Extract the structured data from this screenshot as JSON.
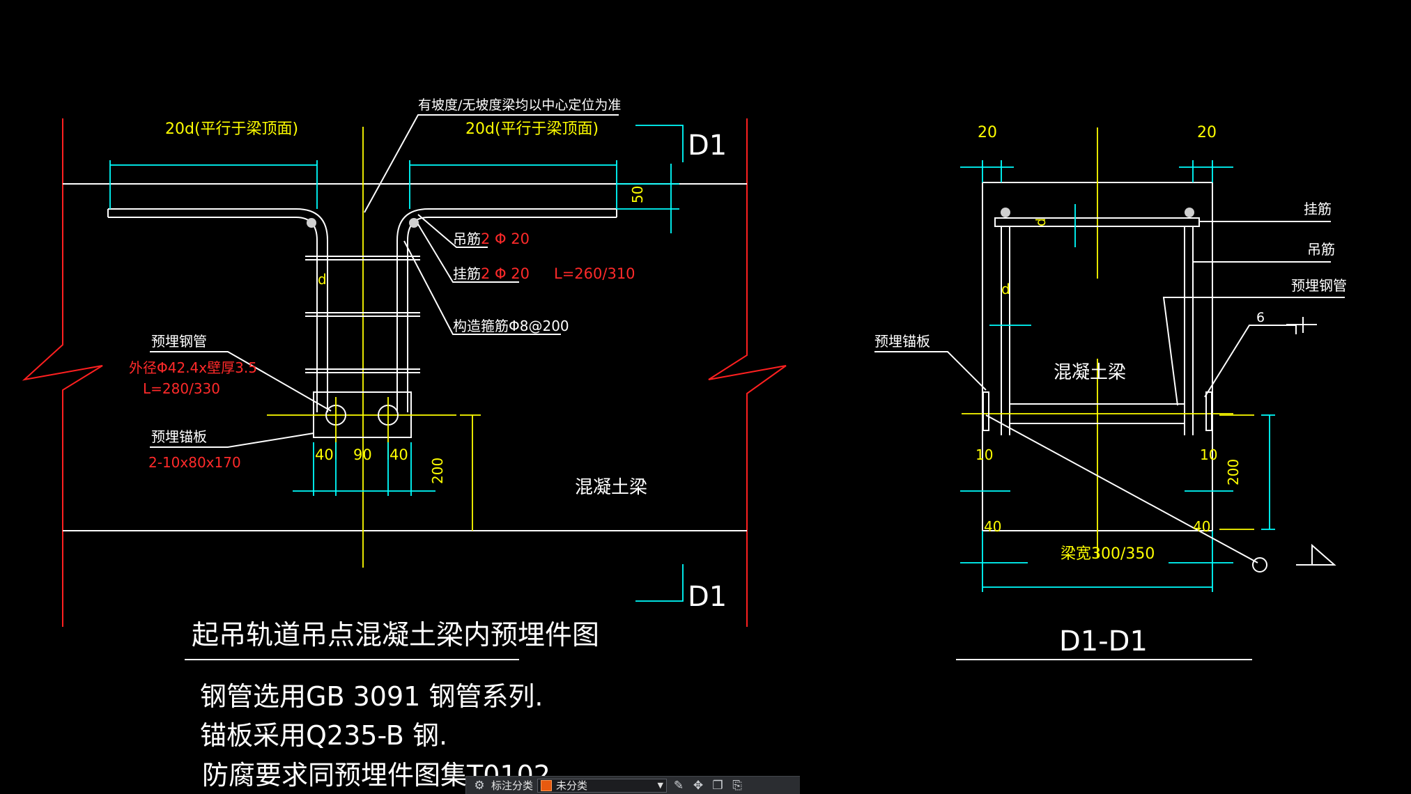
{
  "drawing": {
    "left_view": {
      "title": "起吊轨道吊点混凝土梁内预埋件图",
      "center_note": "有坡度/无坡度梁均以中心定位为准",
      "dim_left_20d": "20d(平行于梁顶面)",
      "dim_right_20d": "20d(平行于梁顶面)",
      "section_mark_top": "D1",
      "section_mark_bottom": "D1",
      "dim_50": "50",
      "dim_d": "d",
      "hanger_label": "吊筋",
      "hanger_spec": "2 Φ 20",
      "hook_label": "挂筋",
      "hook_spec": "2 Φ 20",
      "hook_length": "L=260/310",
      "stirrup_label": "构造箍筋Φ8@200",
      "pipe_label": "预埋钢管",
      "pipe_spec": "外径Φ42.4x壁厚3.5",
      "pipe_length": "L=280/330",
      "plate_label": "预埋锚板",
      "plate_spec": "2-10x80x170",
      "dim_40a": "40",
      "dim_90": "90",
      "dim_40b": "40",
      "dim_200": "200",
      "beam_label": "混凝土梁"
    },
    "right_view": {
      "title": "D1-D1",
      "dim_20_left": "20",
      "dim_20_right": "20",
      "dim_d_top": "d",
      "dim_d_side": "d",
      "hook_label": "挂筋",
      "hanger_label": "吊筋",
      "pipe_label": "预埋钢管",
      "weld_size": "6",
      "plate_label": "预埋锚板",
      "beam_label": "混凝土梁",
      "dim_10_left": "10",
      "dim_10_right": "10",
      "dim_200": "200",
      "dim_40_left": "40",
      "dim_40_right": "40",
      "beam_width": "梁宽300/350"
    },
    "notes": [
      "钢管选用GB 3091 钢管系列.",
      "锚板采用Q235-B 钢.",
      "防腐要求同预埋件图集T0102"
    ],
    "colors": {
      "background": "#000000",
      "annotation_yellow": "#ffff00",
      "dimension_cyan": "#00ffff",
      "geometry_white": "#ffffff",
      "spec_red": "#ff2a2a"
    }
  },
  "toolbar": {
    "label": "标注分类",
    "select_value": "未分类",
    "icons": [
      "annotation-category-icon",
      "edit-icon",
      "move-icon",
      "copy-icon",
      "paste-icon"
    ]
  }
}
